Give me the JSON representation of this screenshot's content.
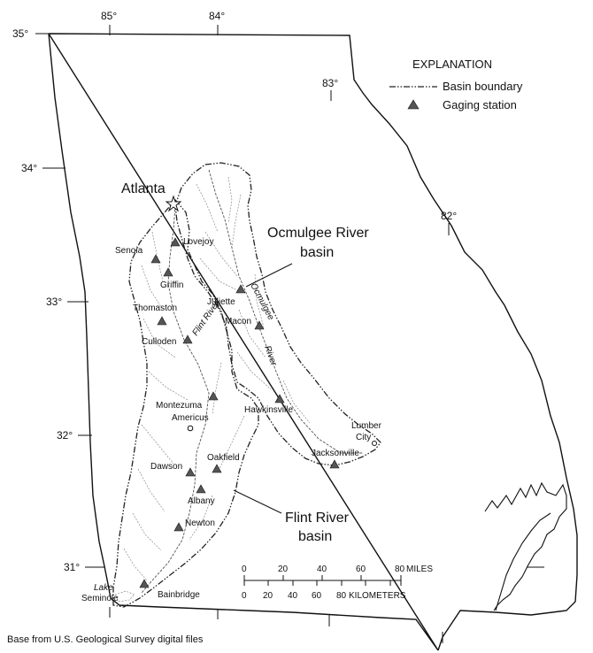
{
  "graticule": {
    "lon_85": "85°",
    "lon_84": "84°",
    "lon_83": "83°",
    "lon_82": "82°",
    "lat_35": "35°",
    "lat_34": "34°",
    "lat_33": "33°",
    "lat_32": "32°",
    "lat_31": "31°"
  },
  "legend": {
    "title": "EXPLANATION",
    "basin_boundary": "Basin boundary",
    "gaging_station": "Gaging station"
  },
  "cities": {
    "atlanta": "Atlanta",
    "americus": "Americus",
    "lumber_city_line1": "Lumber",
    "lumber_city_line2": "City"
  },
  "stations": [
    {
      "id": "lovejoy",
      "label": "Lovejoy"
    },
    {
      "id": "senoia",
      "label": "Senoia"
    },
    {
      "id": "griffin",
      "label": "Griffin"
    },
    {
      "id": "thomaston",
      "label": "Thomaston"
    },
    {
      "id": "culloden",
      "label": "Culloden"
    },
    {
      "id": "juliette",
      "label": "Juliette"
    },
    {
      "id": "macon",
      "label": "Macon"
    },
    {
      "id": "montezuma",
      "label": "Montezuma"
    },
    {
      "id": "hawkinsville",
      "label": "Hawkinsville"
    },
    {
      "id": "jacksonville",
      "label": "Jacksonville"
    },
    {
      "id": "dawson",
      "label": "Dawson"
    },
    {
      "id": "oakfield",
      "label": "Oakfield"
    },
    {
      "id": "albany",
      "label": "Albany"
    },
    {
      "id": "newton",
      "label": "Newton"
    },
    {
      "id": "bainbridge",
      "label": "Bainbridge"
    }
  ],
  "basins": {
    "ocmulgee_line1": "Ocmulgee River",
    "ocmulgee_line2": "basin",
    "flint_line1": "Flint River",
    "flint_line2": "basin"
  },
  "rivers": {
    "ocmulgee": "Ocmulgee",
    "flint": "Flint River",
    "river_word": "River"
  },
  "lake": {
    "line1": "Lake",
    "line2": "Seminole"
  },
  "scale": {
    "miles_ticks": [
      "0",
      "20",
      "40",
      "60",
      "80"
    ],
    "miles_unit": "MILES",
    "km_ticks": [
      "0",
      "20",
      "40",
      "60",
      "80"
    ],
    "km_unit": "KILOMETERS"
  },
  "source": "Base from U.S. Geological Survey digital files"
}
